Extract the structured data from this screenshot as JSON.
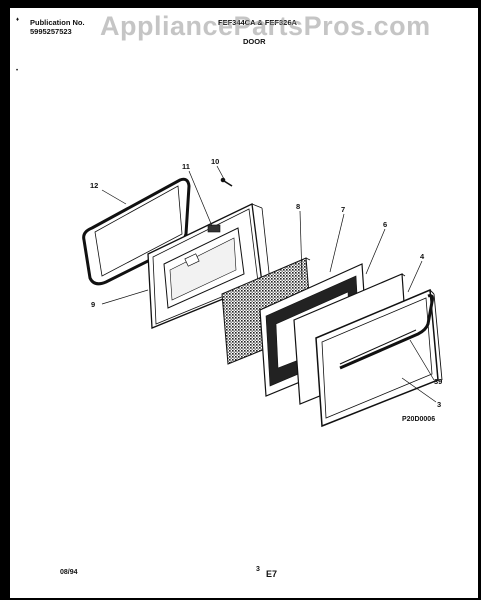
{
  "header": {
    "publication_label": "Publication No.",
    "publication_number": "5995257523",
    "model_numbers": "FEF344CA & FEF326A",
    "section_title": "DOOR"
  },
  "watermark": "AppliancePartsPros.com",
  "callouts": [
    "11",
    "10",
    "12",
    "8",
    "7",
    "6",
    "4",
    "9",
    "39",
    "3"
  ],
  "diagram_code": "P20D0006",
  "footer": {
    "date": "08/94",
    "page_number": "3",
    "page_code": "E7"
  }
}
